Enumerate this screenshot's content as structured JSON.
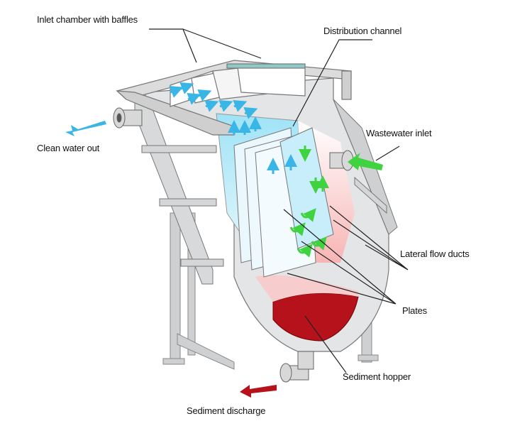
{
  "labels": {
    "inlet_chamber": "Inlet chamber with baffles",
    "distribution_channel": "Distribution channel",
    "wastewater_inlet": "Wastewater inlet",
    "clean_water_out": "Clean water out",
    "lateral_flow_ducts": "Lateral flow ducts",
    "plates": "Plates",
    "sediment_hopper": "Sediment hopper",
    "sediment_discharge": "Sediment discharge"
  },
  "colors": {
    "clean_water": "#39b6e6",
    "wastewater": "#3fd43f",
    "sediment": "#b5121b",
    "steel": "#d9dadb"
  }
}
